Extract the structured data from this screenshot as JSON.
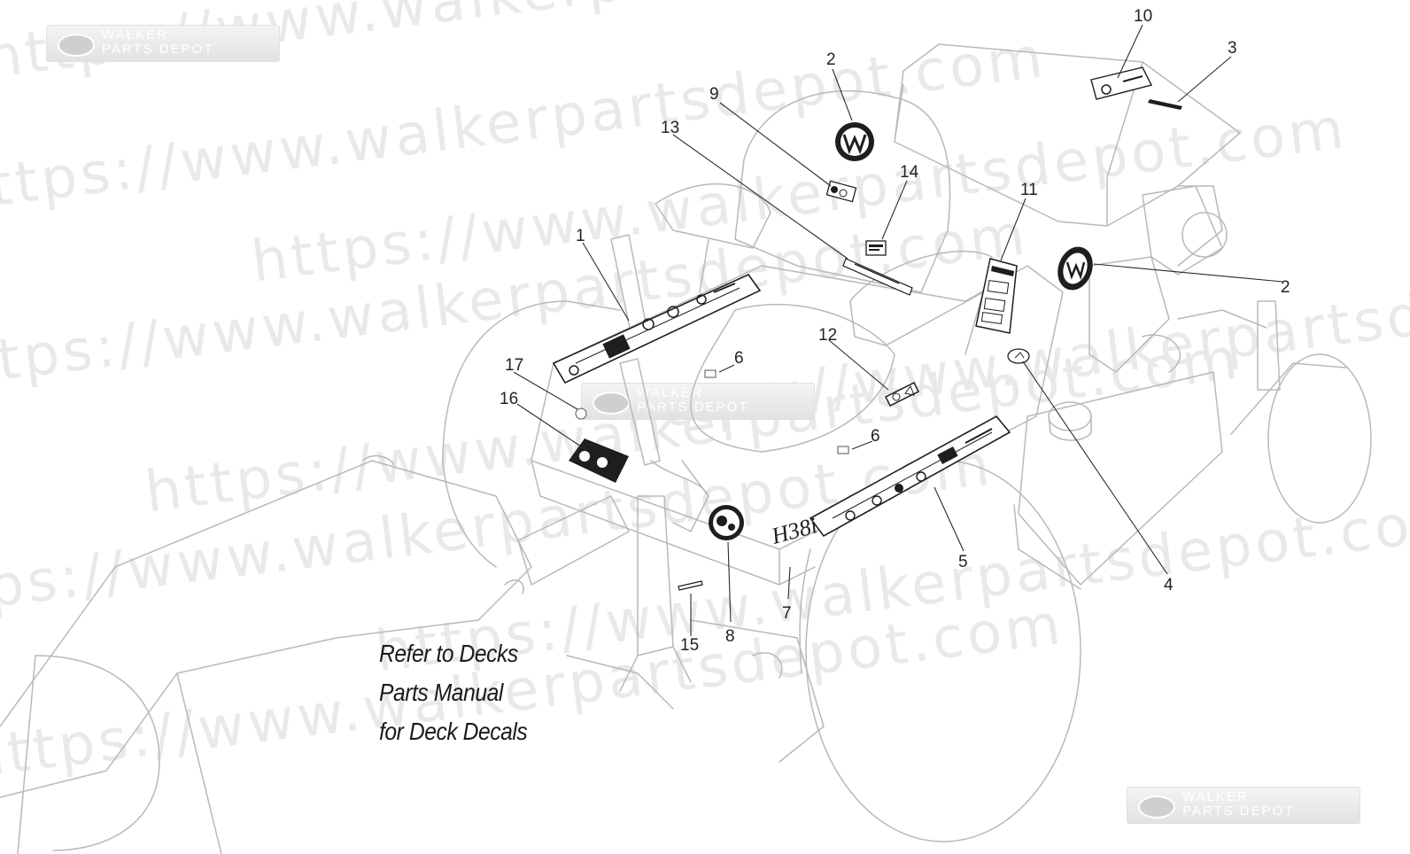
{
  "watermarks": [
    "https://www.walkerpartsdepot.com",
    "https://www.walkerpartsdepot.com",
    "https://www.walkerpartsdepot.com",
    "https://www.walkerpartsdepot.com",
    "https://www.walkerpartsdepot.com",
    "https://www.walkerpartsdepot.com",
    "https://www.walkerpartsdepot.com",
    "https://www.walkerpartsdepot.com",
    "https://www.walkerpartsdepot.com"
  ],
  "badge": {
    "line1": "WALKER",
    "line2": "PARTS DEPOT"
  },
  "callouts": {
    "c1": "1",
    "c2a": "2",
    "c2b": "2",
    "c3": "3",
    "c4": "4",
    "c5": "5",
    "c6a": "6",
    "c6b": "6",
    "c7": "7",
    "c8": "8",
    "c9": "9",
    "c10": "10",
    "c11": "11",
    "c12": "12",
    "c13": "13",
    "c14": "14",
    "c15": "15",
    "c16": "16",
    "c17": "17"
  },
  "model_mark": "H38i",
  "note": {
    "line1": "Refer to Decks",
    "line2": "Parts Manual",
    "line3": "for Deck Decals"
  },
  "colors": {
    "line": "#b9b9b9",
    "ink": "#1e1e1e",
    "leader": "#2a2a2a",
    "watermark": "#e9e9e9"
  }
}
